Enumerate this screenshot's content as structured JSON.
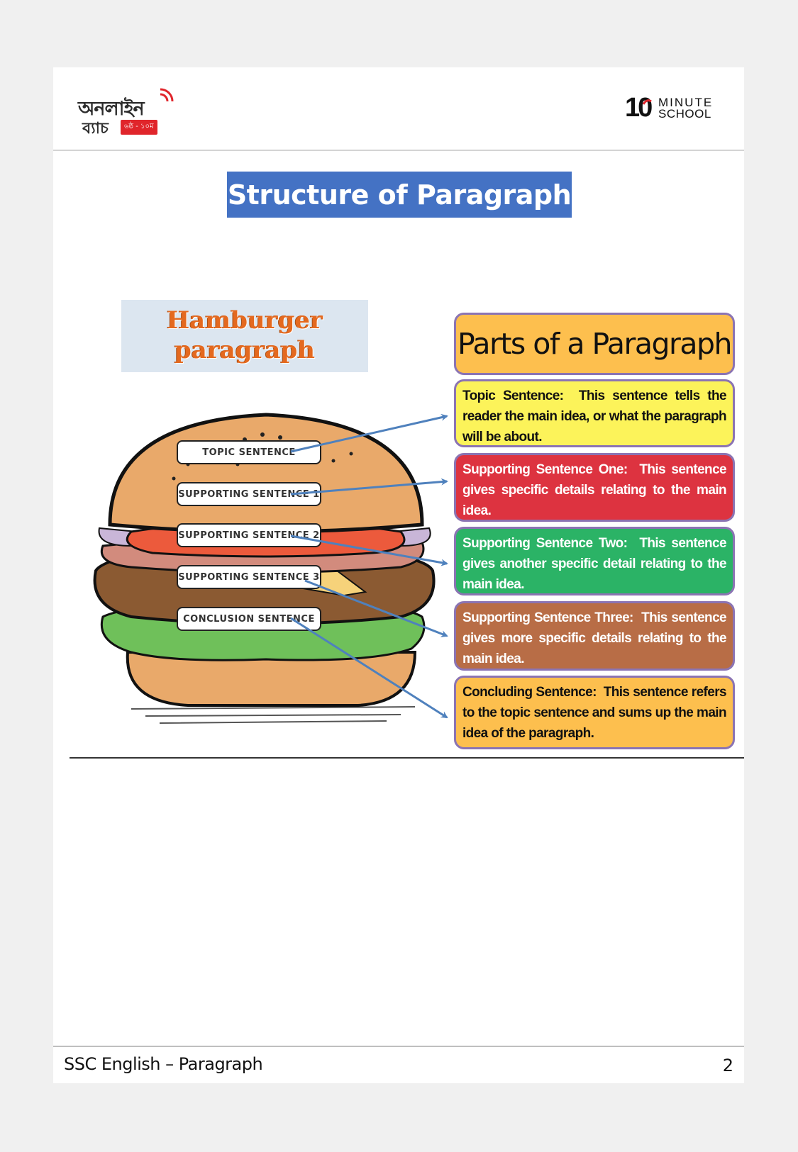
{
  "header": {
    "left_logo": {
      "line1": "অনলাইন",
      "line2": "ব্যাচ",
      "badge": "৬ষ্ঠ - ১০ম",
      "accent": "#e0252b"
    },
    "right_logo": {
      "number": "10",
      "word1": "MINUTE",
      "word2": "SCHOOL",
      "accent": "#e0252b"
    }
  },
  "title": {
    "text": "Structure of Paragraph",
    "bg_color": "#4472c4"
  },
  "hamburger": {
    "label_line1": "Hamburger",
    "label_line2": "paragraph",
    "tags": [
      "TOPIC SENTENCE",
      "SUPPORTING SENTENCE 1",
      "SUPPORTING SENTENCE 2",
      "SUPPORTING SENTENCE 3",
      "CONCLUSION SENTENCE"
    ]
  },
  "parts": {
    "title": "Parts of a Paragraph",
    "items": [
      {
        "label": "Topic Sentence:",
        "text": "This sentence tells the reader the main idea, or what the paragraph will be about.",
        "color": "#fcf35a"
      },
      {
        "label": "Supporting Sentence One:",
        "text": "This sentence gives specific details relating to the main idea.",
        "color": "#dd3340"
      },
      {
        "label": "Supporting Sentence Two:",
        "text": "This sentence gives another specific detail relating to the main idea.",
        "color": "#2bb366"
      },
      {
        "label": "Supporting Sentence Three:",
        "text": "This sentence gives more specific details relating to the main idea.",
        "color": "#b86d46"
      },
      {
        "label": "Concluding Sentence:",
        "text": "This sentence refers to the topic sentence and sums up the main idea of the paragraph.",
        "color": "#fdbf4e"
      }
    ]
  },
  "footer": {
    "text": "SSC English – Paragraph",
    "page_number": "2"
  }
}
